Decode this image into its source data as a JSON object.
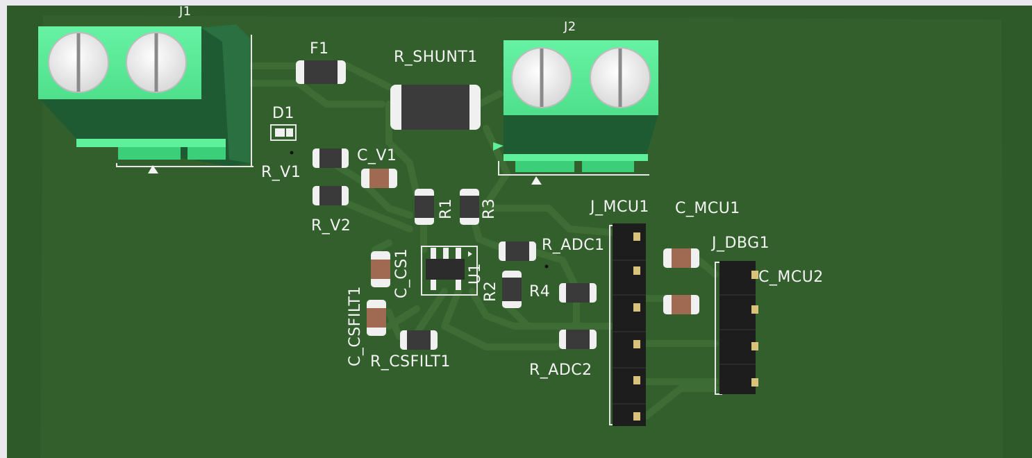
{
  "viewer": {
    "type": "pcb-3d-view",
    "colors": {
      "board_outer": "#2f5a2a",
      "board_inner": "#335e2d",
      "copper_trace": "#3c6b35",
      "terminal_green": "#5ef09a",
      "terminal_dark": "#1f5f34",
      "pad_silver": "#f0f0f0",
      "pin_gold": "#d9c27a"
    }
  },
  "designators": {
    "J1": "J1",
    "F1": "F1",
    "R_SHUNT1": "R_SHUNT1",
    "J2": "J2",
    "D1": "D1",
    "R_V1": "R_V1",
    "C_V1": "C_V1",
    "R_V2": "R_V2",
    "R1": "R1",
    "R3": "R3",
    "J_MCU1": "J_MCU1",
    "C_MCU1": "C_MCU1",
    "J_DBG1": "J_DBG1",
    "R_ADC1": "R_ADC1",
    "C_CS1": "C_CS1",
    "U1": "U1",
    "C_MCU2": "C_MCU2",
    "C_CSFILT1": "C_CSFILT1",
    "R2": "R2",
    "R4": "R4",
    "R_CSFILT1": "R_CSFILT1",
    "R_ADC2": "R_ADC2"
  }
}
